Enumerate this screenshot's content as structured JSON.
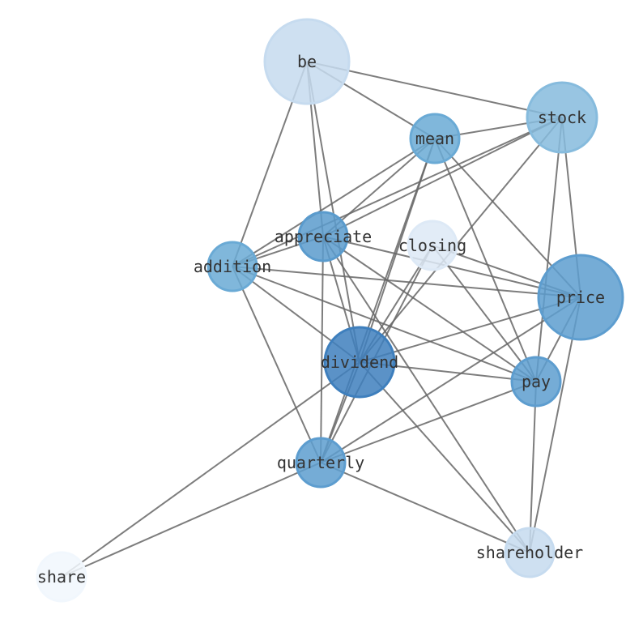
{
  "graph": {
    "type": "network",
    "edge_color": "#666666",
    "nodes": [
      {
        "id": "be",
        "label": "be",
        "weight": 5,
        "color": "#c6dbef"
      },
      {
        "id": "stock",
        "label": "stock",
        "weight": 4,
        "color": "#86bbdd"
      },
      {
        "id": "mean",
        "label": "mean",
        "weight": 3,
        "color": "#6aaad5"
      },
      {
        "id": "appreciate",
        "label": "appreciate",
        "weight": 3,
        "color": "#5a9bcd"
      },
      {
        "id": "closing",
        "label": "closing",
        "weight": 3,
        "color": "#dde9f6"
      },
      {
        "id": "addition",
        "label": "addition",
        "weight": 3,
        "color": "#6aaad5"
      },
      {
        "id": "price",
        "label": "price",
        "weight": 5,
        "color": "#5d9dcf"
      },
      {
        "id": "dividend",
        "label": "dividend",
        "weight": 4,
        "color": "#3e7fbd"
      },
      {
        "id": "pay",
        "label": "pay",
        "weight": 3,
        "color": "#5d9dcf"
      },
      {
        "id": "quarterly",
        "label": "quarterly",
        "weight": 3,
        "color": "#5d9dcf"
      },
      {
        "id": "shareholder",
        "label": "shareholder",
        "weight": 3,
        "color": "#c6dbef"
      },
      {
        "id": "share",
        "label": "share",
        "weight": 3,
        "color": "#f1f7fd"
      }
    ],
    "edges": [
      [
        "be",
        "stock"
      ],
      [
        "be",
        "mean"
      ],
      [
        "be",
        "addition"
      ],
      [
        "be",
        "appreciate"
      ],
      [
        "be",
        "dividend"
      ],
      [
        "stock",
        "mean"
      ],
      [
        "stock",
        "appreciate"
      ],
      [
        "stock",
        "addition"
      ],
      [
        "stock",
        "dividend"
      ],
      [
        "stock",
        "price"
      ],
      [
        "stock",
        "pay"
      ],
      [
        "mean",
        "appreciate"
      ],
      [
        "mean",
        "addition"
      ],
      [
        "mean",
        "dividend"
      ],
      [
        "mean",
        "quarterly"
      ],
      [
        "mean",
        "pay"
      ],
      [
        "mean",
        "price"
      ],
      [
        "appreciate",
        "addition"
      ],
      [
        "appreciate",
        "quarterly"
      ],
      [
        "appreciate",
        "dividend"
      ],
      [
        "appreciate",
        "price"
      ],
      [
        "appreciate",
        "pay"
      ],
      [
        "appreciate",
        "shareholder"
      ],
      [
        "closing",
        "dividend"
      ],
      [
        "closing",
        "quarterly"
      ],
      [
        "closing",
        "pay"
      ],
      [
        "closing",
        "price"
      ],
      [
        "addition",
        "price"
      ],
      [
        "addition",
        "pay"
      ],
      [
        "addition",
        "dividend"
      ],
      [
        "addition",
        "quarterly"
      ],
      [
        "dividend",
        "price"
      ],
      [
        "dividend",
        "pay"
      ],
      [
        "dividend",
        "quarterly"
      ],
      [
        "dividend",
        "share"
      ],
      [
        "dividend",
        "shareholder"
      ],
      [
        "price",
        "quarterly"
      ],
      [
        "price",
        "pay"
      ],
      [
        "price",
        "shareholder"
      ],
      [
        "pay",
        "shareholder"
      ],
      [
        "pay",
        "quarterly"
      ],
      [
        "quarterly",
        "share"
      ],
      [
        "quarterly",
        "shareholder"
      ]
    ]
  }
}
